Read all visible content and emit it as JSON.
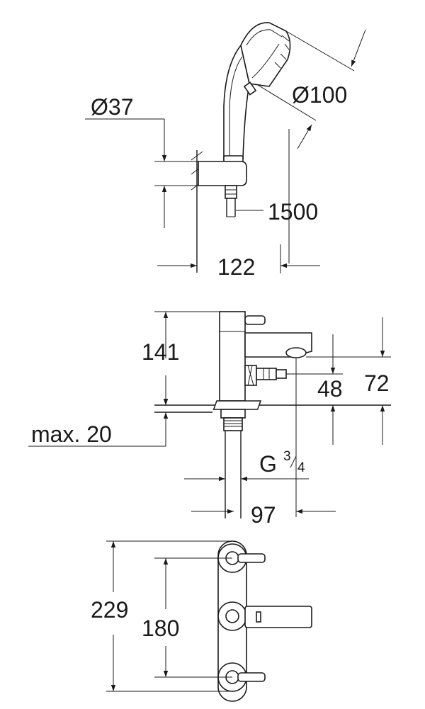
{
  "dimensions": {
    "handshower_connection_diameter": "Ø37",
    "handshower_head_diameter": "Ø100",
    "hose_length": "1500",
    "holder_projection": "122",
    "mixer_height": "141",
    "spout_outlet_height": "72",
    "connection_height": "48",
    "max_wall_thickness": "max. 20",
    "thread_prefix": "G",
    "thread_numerator": "3",
    "thread_denominator": "4",
    "spout_projection": "97",
    "overall_height_front": "229",
    "handle_spacing": "180"
  }
}
